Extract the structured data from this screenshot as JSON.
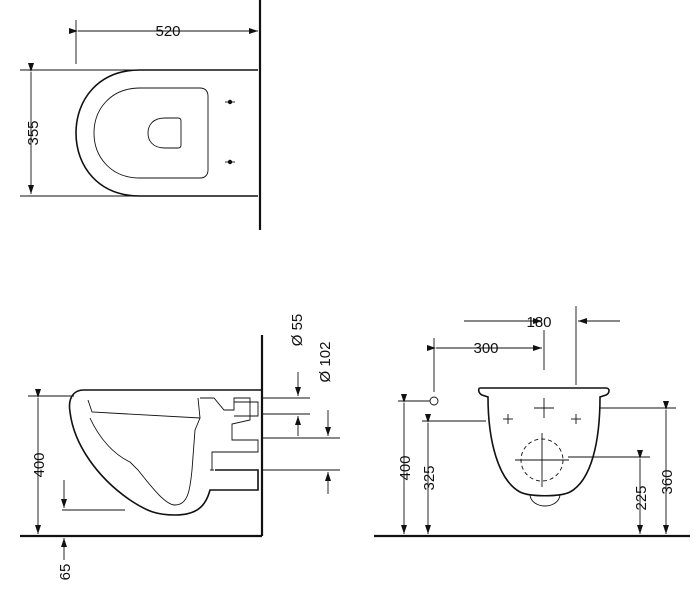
{
  "dimensions": {
    "top_width": "520",
    "top_depth": "355",
    "side_height": "400",
    "side_floor_offset": "65",
    "outlet_d1": "Ø 55",
    "outlet_d2": "Ø 102",
    "front_offset_a": "300",
    "front_offset_b": "180",
    "front_height_total": "400",
    "front_height_inlet": "325",
    "front_height_right_total": "360",
    "front_height_right_fix": "225"
  }
}
